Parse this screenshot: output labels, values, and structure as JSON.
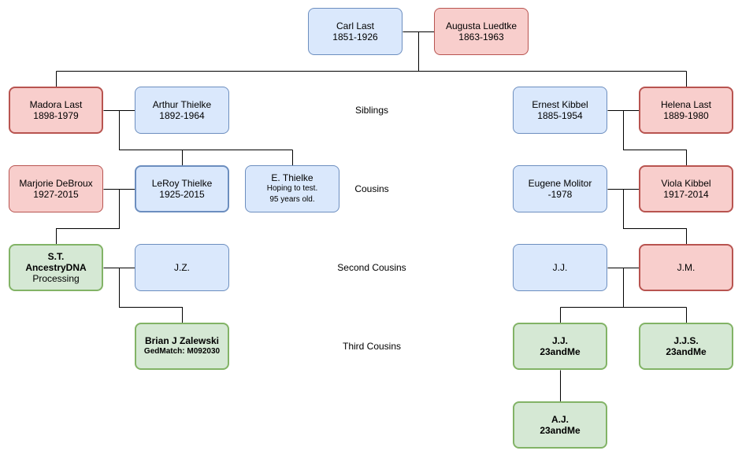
{
  "generations": {
    "siblings": "Siblings",
    "cousins": "Cousins",
    "second_cousins": "Second Cousins",
    "third_cousins": "Third Cousins"
  },
  "people": {
    "carl_last": {
      "name": "Carl Last",
      "years": "1851-1926"
    },
    "augusta_luedtke": {
      "name": "Augusta Luedtke",
      "years": "1863-1963"
    },
    "madora_last": {
      "name": "Madora Last",
      "years": "1898-1979"
    },
    "arthur_thielke": {
      "name": "Arthur Thielke",
      "years": "1892-1964"
    },
    "ernest_kibbel": {
      "name": "Ernest Kibbel",
      "years": "1885-1954"
    },
    "helena_last": {
      "name": "Helena Last",
      "years": "1889-1980"
    },
    "marjorie_debroux": {
      "name": "Marjorie DeBroux",
      "years": "1927-2015"
    },
    "leroy_thielke": {
      "name": "LeRoy Thielke",
      "years": "1925-2015"
    },
    "e_thielke": {
      "name": "E. Thielke",
      "note1": "Hoping to test.",
      "note2": "95 years old."
    },
    "eugene_molitor": {
      "name": "Eugene Molitor",
      "years": "-1978"
    },
    "viola_kibbel": {
      "name": "Viola Kibbel",
      "years": "1917-2014"
    },
    "st": {
      "name": "S.T.",
      "test": "AncestryDNA",
      "status": "Processing"
    },
    "jz": {
      "name": "J.Z."
    },
    "jj_parent": {
      "name": "J.J."
    },
    "jm": {
      "name": "J.M."
    },
    "brian_zalewski": {
      "name": "Brian J Zalewski",
      "test": "GedMatch: M092030"
    },
    "jj_child": {
      "name": "J.J.",
      "test": "23andMe"
    },
    "jjs": {
      "name": "J.J.S.",
      "test": "23andMe"
    },
    "aj": {
      "name": "A.J.",
      "test": "23andMe"
    }
  }
}
